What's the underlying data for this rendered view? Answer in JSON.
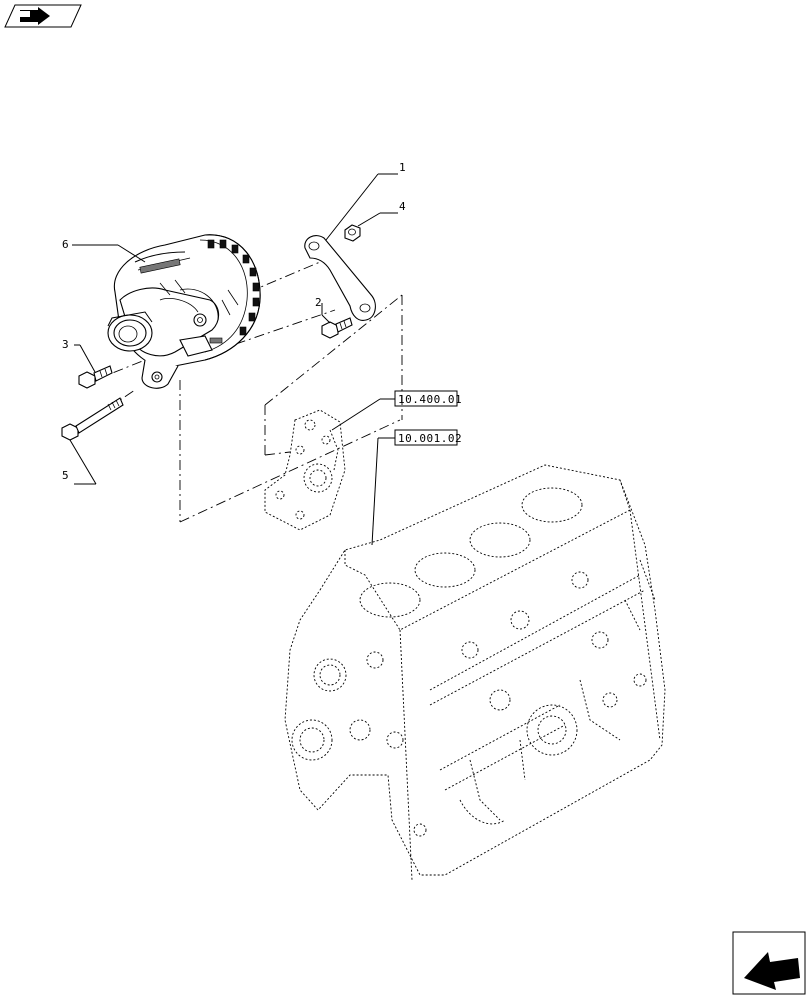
{
  "icons": {
    "top_left": "navigation-arrow-icon",
    "bottom_right": "next-page-arrow-icon"
  },
  "callouts": {
    "c1": "1",
    "c2": "2",
    "c3": "3",
    "c4": "4",
    "c5": "5",
    "c6": "6"
  },
  "references": {
    "bracket_ref": "10.400.01",
    "block_ref": "10.001.02"
  }
}
